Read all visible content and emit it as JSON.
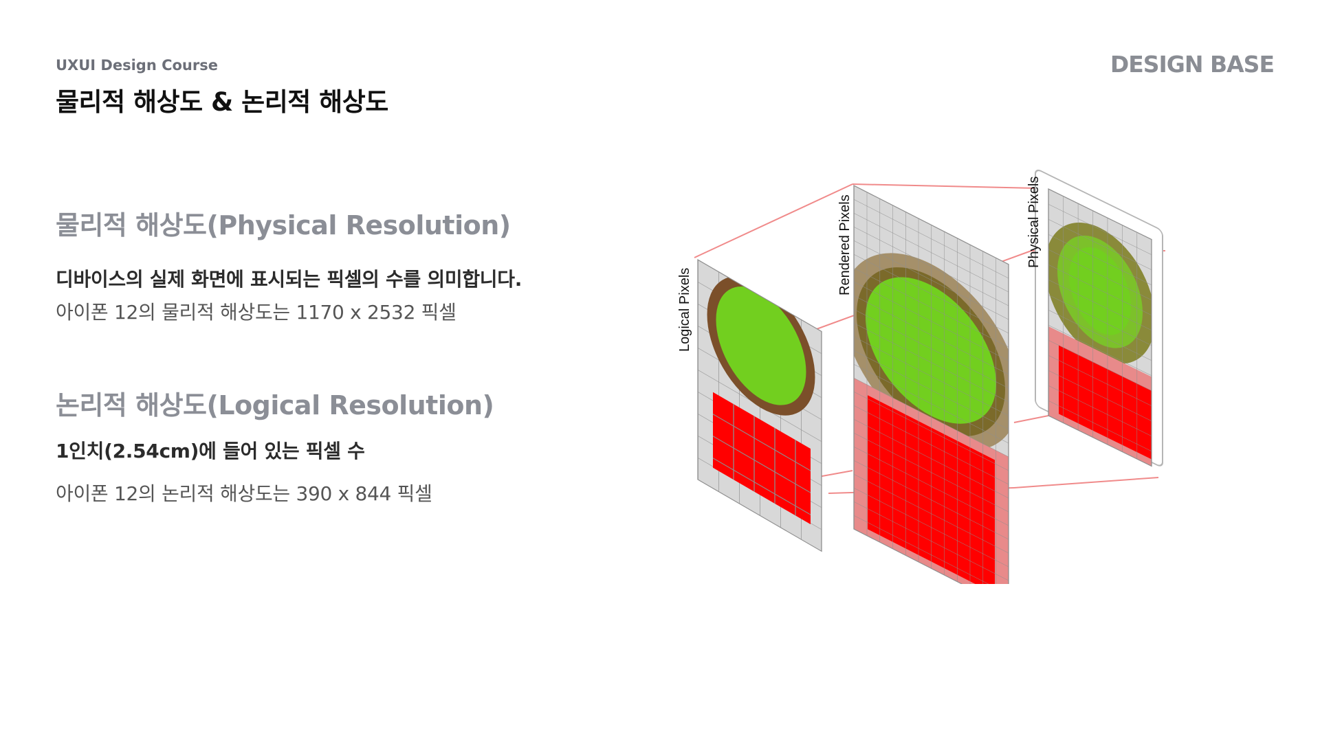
{
  "header": {
    "kicker": "UXUI Design Course",
    "title": "물리적 해상도 & 논리적 해상도",
    "brand": "DESIGN BASE"
  },
  "physical": {
    "heading": "물리적 해상도(Physical Resolution)",
    "description": "디바이스의 실제 화면에 표시되는 픽셀의 수를 의미합니다.",
    "example": "아이폰 12의 물리적 해상도는 1170 x 2532 픽셀"
  },
  "logical": {
    "heading": "논리적 해상도(Logical Resolution)",
    "description": "1인치(2.54cm)에 들어 있는 픽셀 수",
    "example": "아이폰 12의 논리적 해상도는 390 x 844 픽셀"
  },
  "diagram": {
    "labels": {
      "logical": "Logical Pixels",
      "rendered": "Rendered Pixels",
      "physical": "Physical Pixels"
    },
    "colors": {
      "green": "#72cf1f",
      "brown": "#7b4f2a",
      "red": "#ff0000",
      "grid_bg": "#d8d8d8",
      "grid_line": "#8e8e8e",
      "connector": "#f08a8a"
    }
  }
}
